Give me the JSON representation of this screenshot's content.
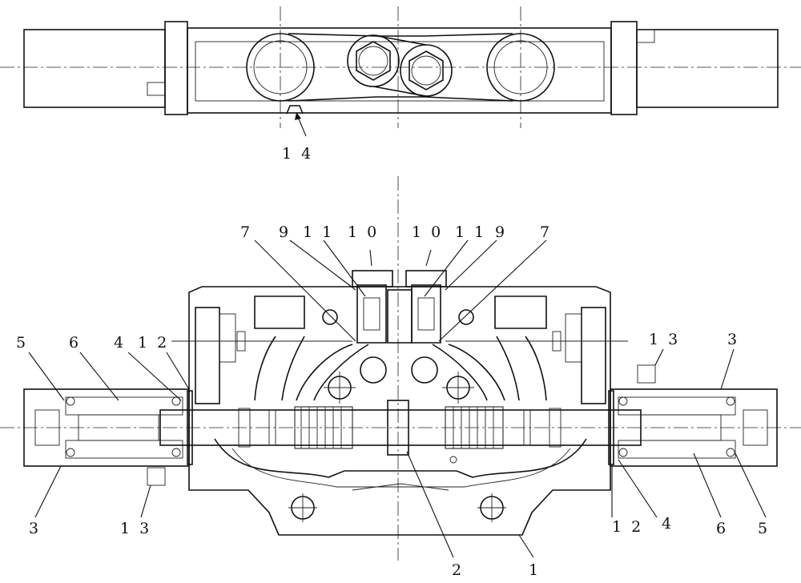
{
  "figure": {
    "top_view_callout": "1 4",
    "section_callouts": {
      "c1": "1",
      "c2": "2",
      "c3_left": "3",
      "c3_right": "3",
      "c3_left_upper": "5",
      "c4_left": "4",
      "c4_right": "4",
      "c5_right": "5",
      "c6_left": "6",
      "c6_right": "6",
      "c7_left": "7",
      "c7_right": "7",
      "c9_left": "9",
      "c9_right": "9",
      "c10_left": "1 0",
      "c10_right": "1 0",
      "c11_left": "1 1",
      "c11_right": "1 1",
      "c12_left": "1 2",
      "c12_right": "1 2",
      "c13_left": "1 3",
      "c13_right": "1 3"
    }
  }
}
